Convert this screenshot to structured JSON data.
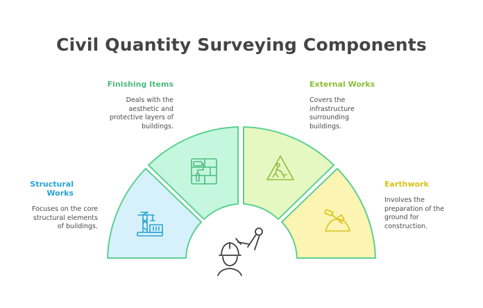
{
  "title": "Civil Quantity Surveying Components",
  "segments": [
    {
      "label": "Structural Works",
      "label_line1": "Structural",
      "label_line2": "Works",
      "description_lines": [
        "Focuses on the core",
        "structural elements",
        "of buildings."
      ],
      "color": "#29a3d3",
      "fill": "#d6f1fb",
      "icon": "construction-crane-icon"
    },
    {
      "label": "Finishing Items",
      "description_lines": [
        "Deals with the",
        "aesthetic and",
        "protective layers of",
        "buildings."
      ],
      "color": "#4dbb7f",
      "fill": "#c5f7df",
      "icon": "paint-roller-wall-icon"
    },
    {
      "label": "External Works",
      "description_lines": [
        "Covers the",
        "infrastructure",
        "surrounding",
        "buildings."
      ],
      "color": "#8bbd3a",
      "fill": "#e6f8c2",
      "icon": "road-work-sign-icon"
    },
    {
      "label": "Earthwork",
      "description_lines": [
        "Involves the",
        "preparation of the",
        "ground for",
        "construction."
      ],
      "color": "#d8c21c",
      "fill": "#fbf4b3",
      "icon": "shovel-dirt-icon"
    }
  ],
  "center_icon": "surveyor-with-compass-icon",
  "stroke_color": "#5bd08f"
}
